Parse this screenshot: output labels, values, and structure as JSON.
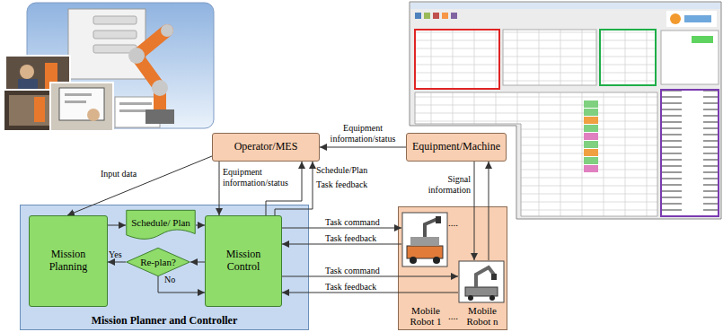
{
  "diagram": {
    "nodes": [
      {
        "text": [
          "Operator/MES"
        ]
      },
      {
        "text": [
          "Equipment/Machine"
        ]
      },
      {
        "text": [
          "Mission Planner and Controller"
        ]
      },
      {
        "text": [
          "Mission Planning"
        ],
        "in": 2
      },
      {
        "text": [
          "Schedule/ Plan"
        ],
        "in": 2
      },
      {
        "text": [
          "Re-plan?"
        ],
        "in": 2
      },
      {
        "text": [
          "Mission Control"
        ],
        "in": 2
      },
      {
        "text": [
          "....",
          "...."
        ]
      },
      {
        "text": [
          "Mobile Robot 1"
        ],
        "in": 7
      },
      {
        "text": [
          "Mobile Robot n"
        ],
        "in": 7
      }
    ],
    "edges": [
      {
        "from": 1,
        "to": 0,
        "arrow": "to",
        "label": "Equipment information/status"
      },
      {
        "from": 0,
        "to": 3,
        "arrow": "to",
        "label": "Input data"
      },
      {
        "from": 0,
        "to": 6,
        "arrow": "to",
        "label": "Equipment information/status"
      },
      {
        "from": 6,
        "to": 0,
        "arrow": "to",
        "label": "Schedule/Plan"
      },
      {
        "from": 6,
        "to": 0,
        "arrow": "to",
        "label": "Task feedback"
      },
      {
        "from": 3,
        "to": 4,
        "arrow": "to"
      },
      {
        "from": 4,
        "to": 6,
        "arrow": "to"
      },
      {
        "from": 6,
        "to": 5,
        "arrow": "to"
      },
      {
        "from": 5,
        "to": 3,
        "arrow": "to",
        "label": "Yes"
      },
      {
        "from": 5,
        "to": 6,
        "arrow": "to",
        "label": "No"
      },
      {
        "from": 6,
        "to": 8,
        "arrow": "to",
        "label": "Task command"
      },
      {
        "from": 8,
        "to": 6,
        "arrow": "to",
        "label": "Task feedback"
      },
      {
        "from": 6,
        "to": 9,
        "arrow": "to",
        "label": "Task command"
      },
      {
        "from": 9,
        "to": 6,
        "arrow": "to",
        "label": "Task feedback"
      },
      {
        "from": 1,
        "to": 9,
        "arrow": "to",
        "label": "Signal information"
      },
      {
        "from": 9,
        "to": 1,
        "arrow": "to"
      }
    ]
  }
}
